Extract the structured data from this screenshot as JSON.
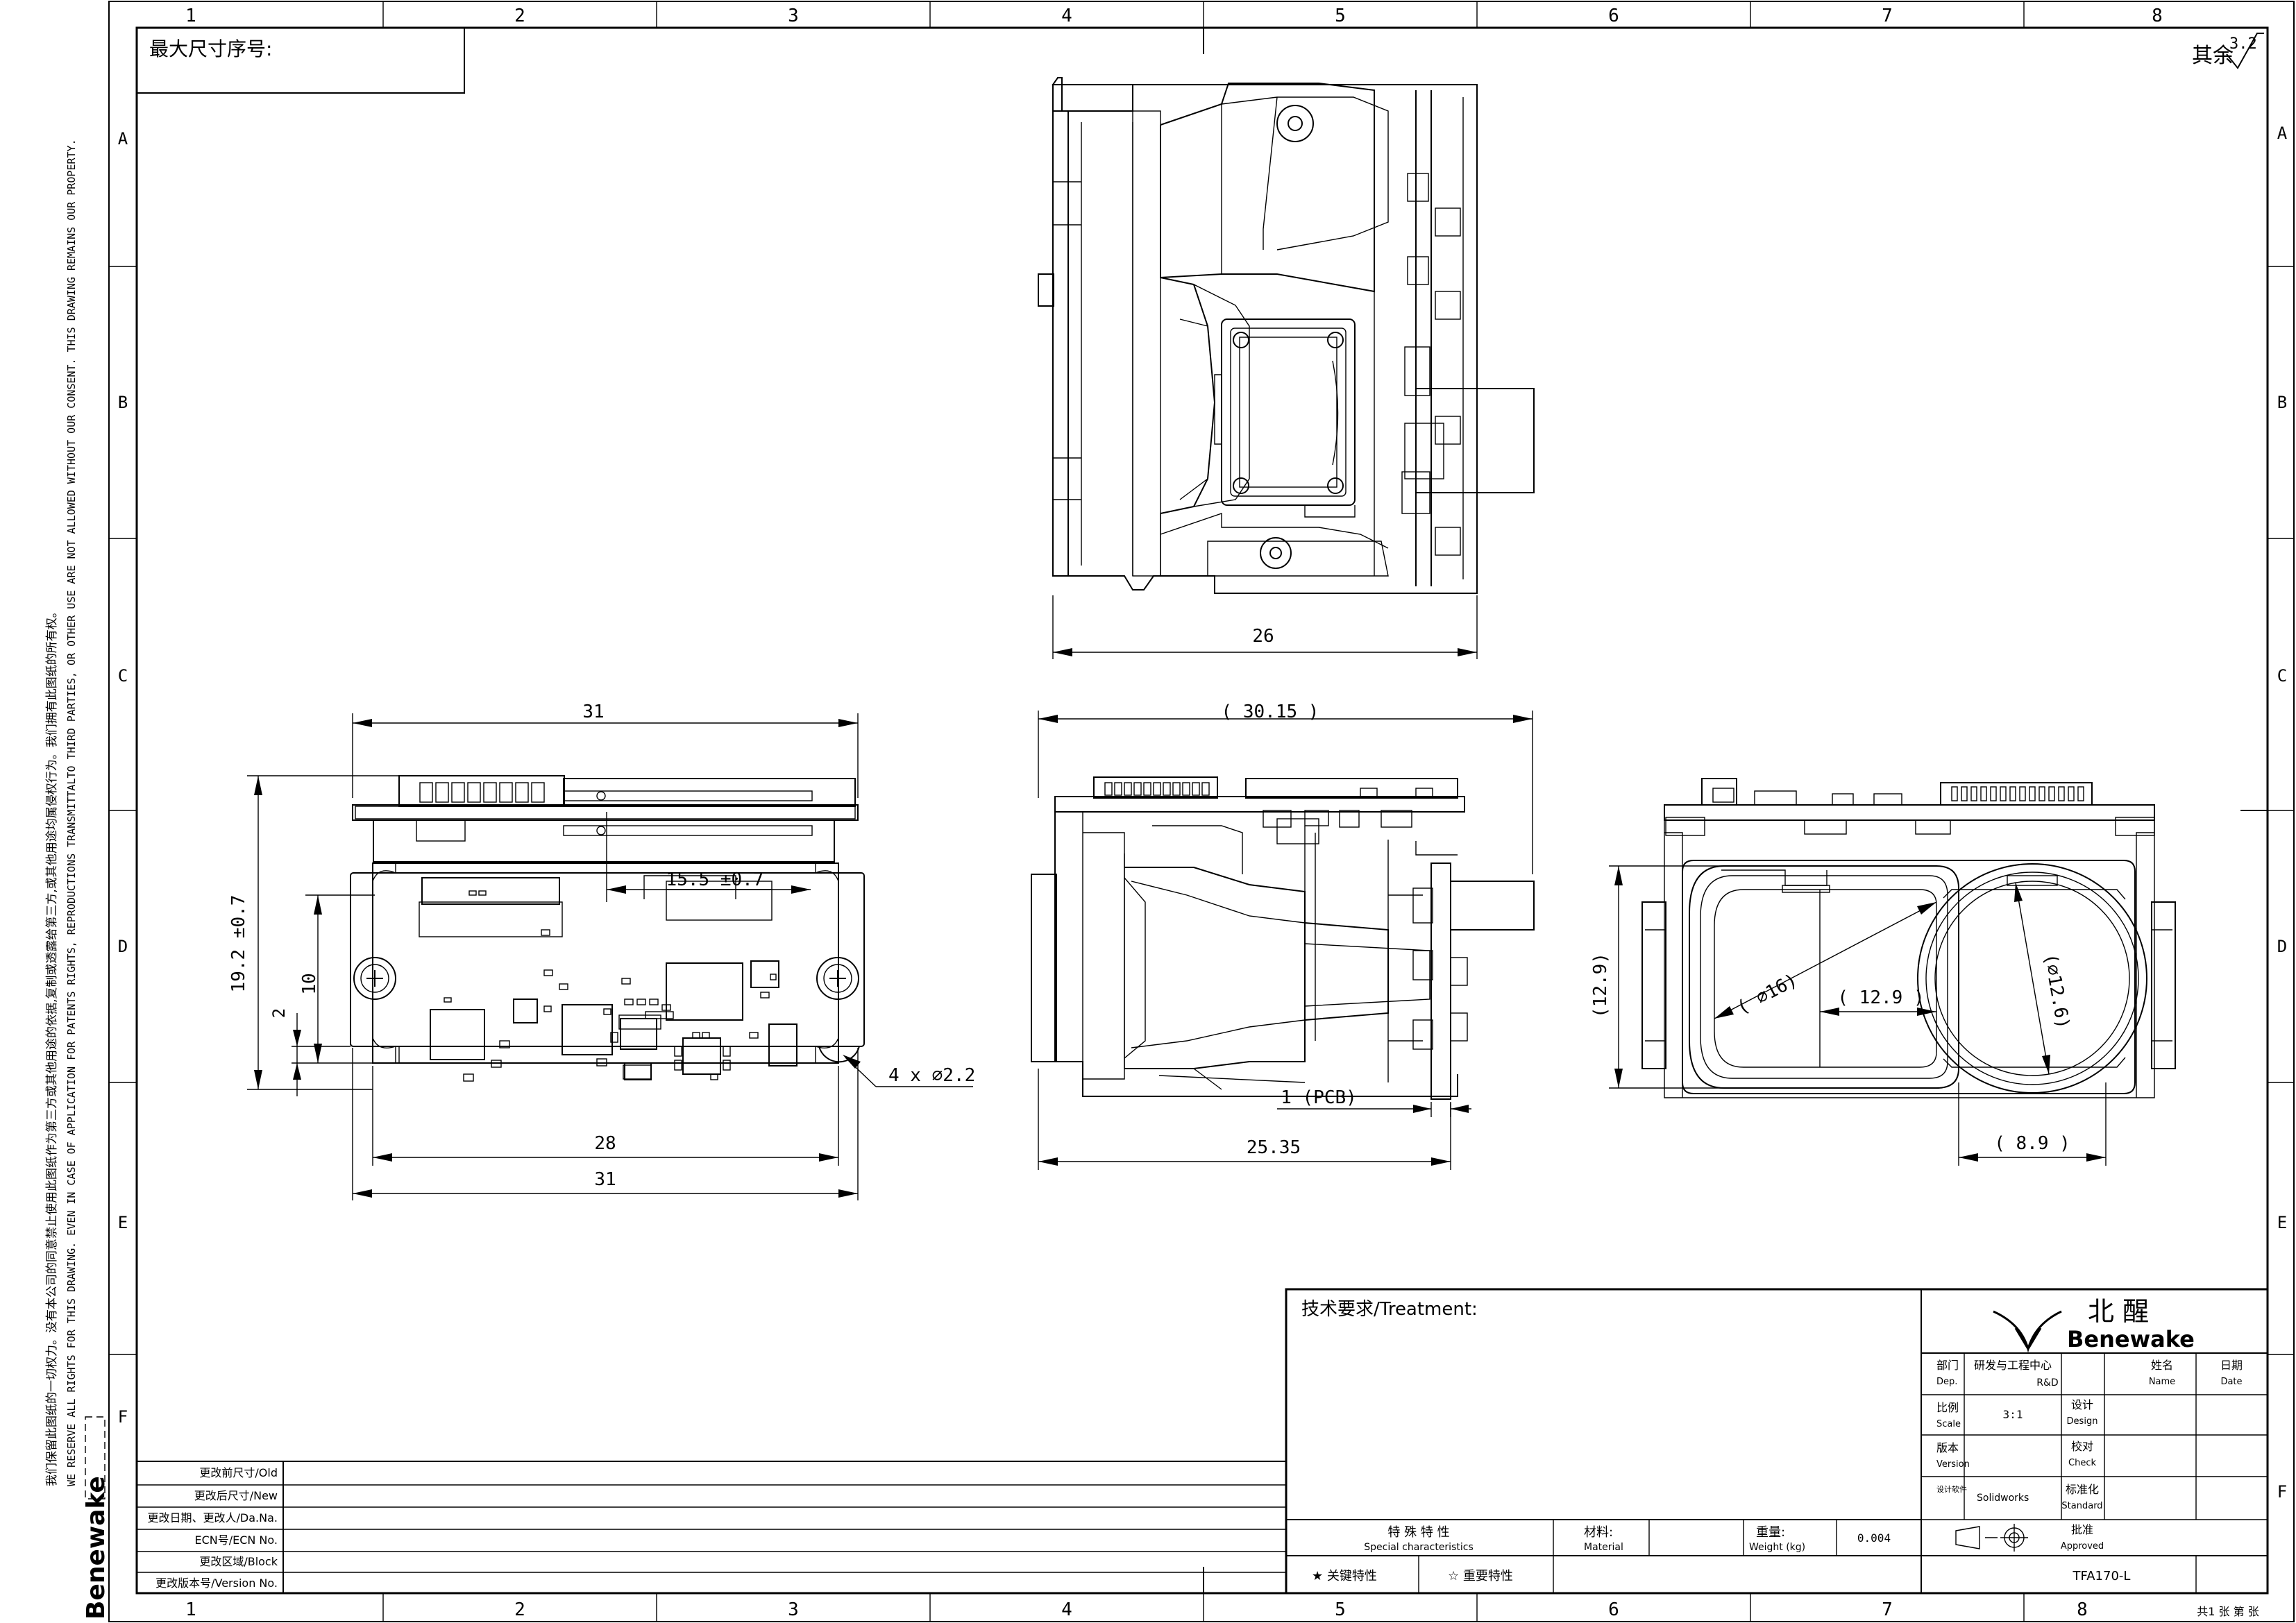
{
  "border": {
    "columns": [
      "1",
      "2",
      "3",
      "4",
      "5",
      "6",
      "7",
      "8"
    ],
    "rows": [
      "A",
      "B",
      "C",
      "D",
      "E",
      "F"
    ]
  },
  "top_left_box": {
    "label": "最大尺寸序号:"
  },
  "surface_finish": {
    "prefix": "其余",
    "value": "3.2"
  },
  "side_notice": {
    "cn": "我们保留此图纸的一切权力。没有本公司的同意禁止使用此图纸作为第三方或其他用途的依据,复制或透露给第三方,或其他用途均属侵权行为。我们拥有此图纸的所有权。",
    "en": "WE RESERVE ALL RIGHTS FOR THIS DRAWING. EVEN IN CASE OF APPLICATION FOR PATENTS RIGHTS, REPRODUCTIONS TRANSMITTALTO THIRD PARTIES, OR OTHER USE ARE NOT ALLOWED WITHOUT OUR CONSENT. THIS DRAWING REMAINS OUR PROPERTY.",
    "brand": "Benewake"
  },
  "dimensions": {
    "top_view_width": "26",
    "front_width": "31",
    "front_height": "19.2 ±0.7",
    "front_10": "10",
    "front_2": "2",
    "front_15_5": "15.5 ±0.7",
    "front_holes": "4 x ⌀2.2",
    "front_28": "28",
    "front_31_bottom": "31",
    "side_30_15": "( 30.15 )",
    "side_pcb": "1  (PCB)",
    "side_25_35": "25.35",
    "rear_12_9_left": "(12.9)",
    "rear_dia16": "( ⌀16)",
    "rear_12_9_mid": "( 12.9 )",
    "rear_dia12_6": "(⌀12.6)",
    "rear_8_9": "( 8.9 )"
  },
  "revision_table": {
    "rows": [
      "更改前尺寸/Old",
      "更改后尺寸/New",
      "更改日期、更改人/Da.Na.",
      "ECN号/ECN No.",
      "更改区域/Block",
      "更改版本号/Version No."
    ]
  },
  "title_block": {
    "treatment": "技术要求/Treatment:",
    "brand_cn": "北 醒",
    "brand_en": "Benewake",
    "dept_label": "部门",
    "dept_label_en": "Dep.",
    "dept_value": "研发与工程中心",
    "dept_value_en": "R&D",
    "name_label": "姓名",
    "name_label_en": "Name",
    "date_label": "日期",
    "date_label_en": "Date",
    "scale_label": "比例",
    "scale_label_en": "Scale",
    "scale_value": "3:1",
    "design_label": "设计",
    "design_label_en": "Design",
    "version_label": "版本",
    "version_label_en": "Version",
    "check_label": "校对",
    "check_label_en": "Check",
    "software_label": "设计软件",
    "software_value": "Solidworks",
    "standard_label": "标准化",
    "standard_label_en": "Standard",
    "approved_label": "批准",
    "approved_label_en": "Approved",
    "special_label": "特 殊 特 性",
    "special_label_en": "Special characteristics",
    "material_label": "材料:",
    "material_label_en": "Material",
    "weight_label": "重量:",
    "weight_label_en": "Weight (kg)",
    "weight_value": "0.004",
    "key_char": "★ 关键特性",
    "important_char": "☆ 重要特性",
    "drawing_no": "TFA170-L",
    "sheets": "共1 张  第 张"
  }
}
